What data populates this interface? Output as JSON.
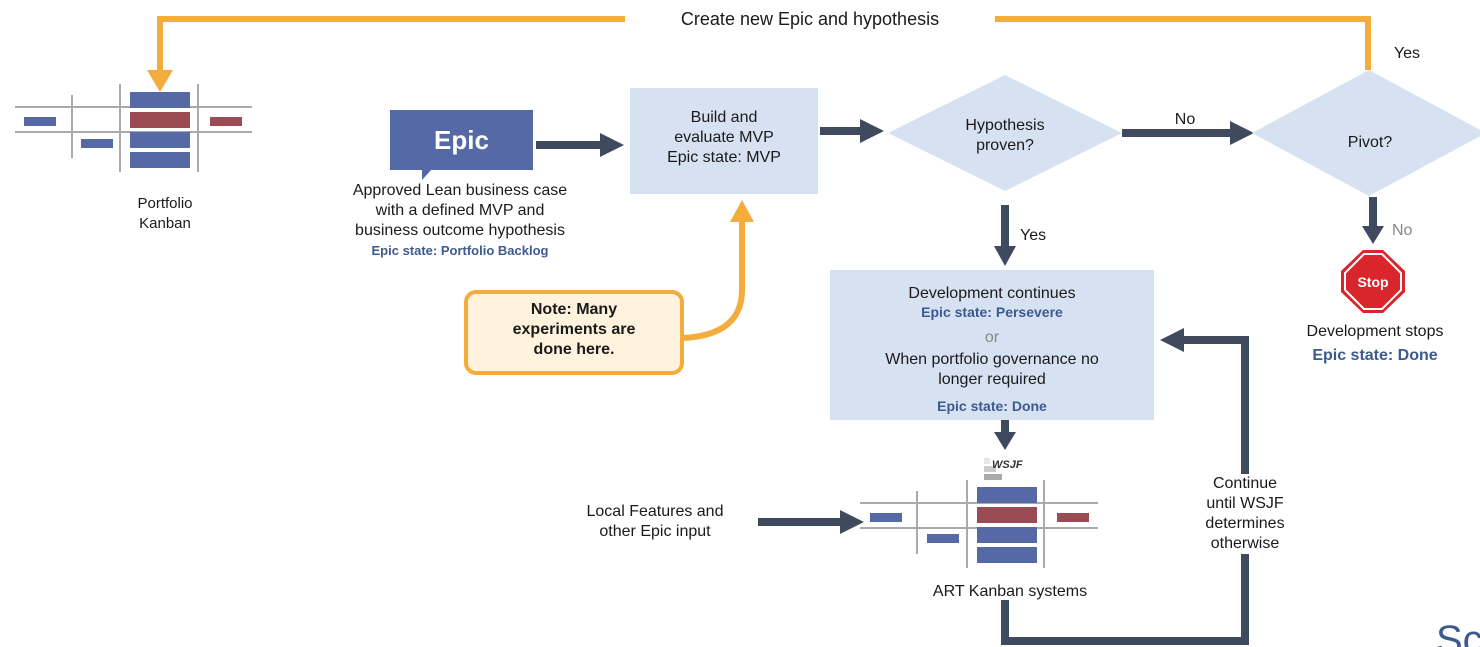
{
  "top_loop_label": "Create new Epic and hypothesis",
  "portfolio_kanban_label": "Portfolio\nKanban",
  "epic_badge": "Epic",
  "epic_description": "Approved Lean business case\nwith a defined MVP and\nbusiness outcome hypothesis",
  "epic_state_backlog": "Epic state: Portfolio Backlog",
  "mvp_box": "Build and\nevaluate MVP\nEpic state: MVP",
  "hypothesis_diamond": "Hypothesis\nproven?",
  "no_label": "No",
  "yes_label": "Yes",
  "pivot_diamond": "Pivot?",
  "pivot_yes_label": "Yes",
  "pivot_no_label": "No",
  "stop_sign": "Stop",
  "development_stops": "Development stops",
  "epic_state_done_right": "Epic state: Done",
  "note": "Note: Many\nexperiments are\ndone here.",
  "continues_box": {
    "line1": "Development continues",
    "state_persevere": "Epic state: Persevere",
    "or": "or",
    "line2": "When portfolio governance no\nlonger required",
    "state_done": "Epic state: Done"
  },
  "wsjf_label": "WSJF",
  "local_features": "Local Features and\nother Epic input",
  "art_kanban_label": "ART Kanban systems",
  "continue_loop_label": "Continue\nuntil WSJF\ndetermines\notherwise",
  "corner_fragment": "Sc",
  "colors": {
    "orange": "#f4ac3c",
    "arrow_dark": "#404a5f",
    "light_blue": "#d6e2f2",
    "epic_blue": "#5569a6",
    "kanban_red": "#9b4b53",
    "stop_red": "#d9262c",
    "text_blue": "#3d5a8f"
  }
}
